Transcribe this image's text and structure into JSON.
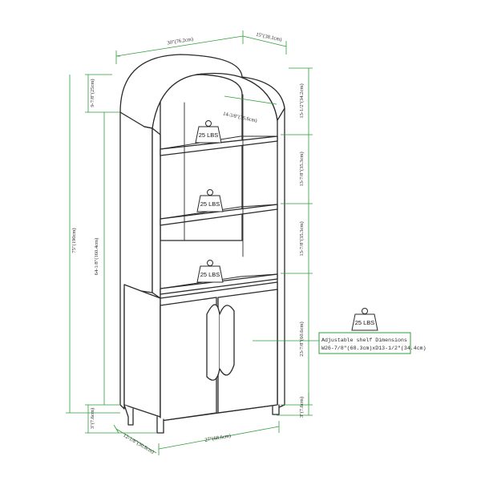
{
  "colors": {
    "dimension_line": "#2e9e3a",
    "outline": "#2a2a2a"
  },
  "dimensions": {
    "overall_width": "30\"(76.2cm)",
    "overall_depth": "15\"(38.1cm)",
    "arch_height": "9-7/8\"(25cm)",
    "overall_height": "75\"(190cm)",
    "interior_height": "64-1/8\"(160.4cm)",
    "foot_height_left": "3\"(7.6cm)",
    "foot_height_right": "3\"(7.6cm)",
    "shelf_depth": "14-3/8\"(36.6cm)",
    "top_gap": "13-1/2\"(34.2cm)",
    "gap_2": "13-7/8\"(35.3cm)",
    "gap_3": "13-7/8\"(35.3cm)",
    "cabinet_height": "23-7/8\"(60.6cm)",
    "base_width": "27\"(68.6cm)",
    "base_depth": "12-1/8\"(30.8cm)"
  },
  "weights": {
    "shelf_1": "25 LBS",
    "shelf_2": "25 LBS",
    "shelf_3": "25 LBS",
    "callout": "25 LBS"
  },
  "callout": {
    "line1": "Adjustable shelf Dimensions",
    "line2": "W26-7/8\"(68.3cm)xD13-1/2\"(34.4cm)"
  }
}
